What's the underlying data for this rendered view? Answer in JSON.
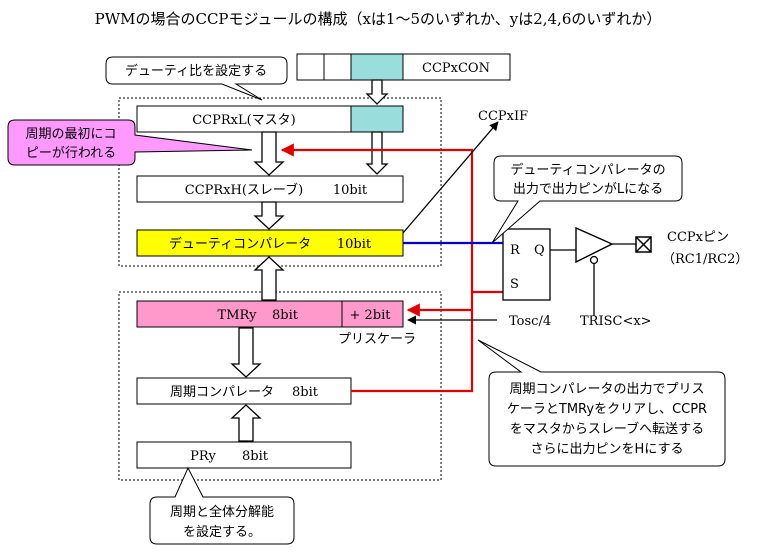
{
  "title": "PWMの場合のCCPモジュールの構成（xは1～5のいずれか、yは2,4,6のいずれか）",
  "registers": {
    "ccpxcon": "CCPxCON",
    "ccprxl": "CCPRxL(マスタ)",
    "ccprxh": "CCPRxH(スレーブ)",
    "ccprxh_bits": "10bit",
    "duty_comparator": "デューティコンパレータ",
    "duty_comparator_bits": "10bit",
    "tmry": "TMRy",
    "tmry_bits": "8bit",
    "tmry_ext": "+ 2bit",
    "period_comparator": "周期コンパレータ",
    "period_comparator_bits": "8bit",
    "pry": "PRy",
    "pry_bits": "8bit"
  },
  "labels": {
    "ccpxif": "CCPxIF",
    "prescaler": "プリスケーラ",
    "tosc": "Tosc/4",
    "trisc": "TRISC<x>",
    "pin_name": "CCPxピン",
    "pin_alt": "（RC1/RC2）",
    "latch_r": "R",
    "latch_s": "S",
    "latch_q": "Q"
  },
  "callouts": {
    "duty_set": "デューティ比を設定する",
    "period_copy": [
      "周期の最初にコ",
      "ピーが行われる"
    ],
    "duty_output": [
      "デューティコンパレータの",
      "出力で出力ピンがLになる"
    ],
    "period_output": [
      "周期コンパレータの出力でプリス",
      "ケーラとTMRyをクリアし、CCPR",
      "をマスタからスレーブへ転送する",
      "さらに出力ピンをHにする"
    ],
    "period_set": [
      "周期と全体分解能",
      "を設定する。"
    ]
  },
  "colors": {
    "ccpxcon_highlight": "#99DDDD",
    "duty_comparator_fill": "#FFFF00",
    "tmry_fill": "#FF99CC",
    "period_callout_fill": "#FF99FF",
    "red_line": "#E00000",
    "blue_line": "#0000CC"
  }
}
